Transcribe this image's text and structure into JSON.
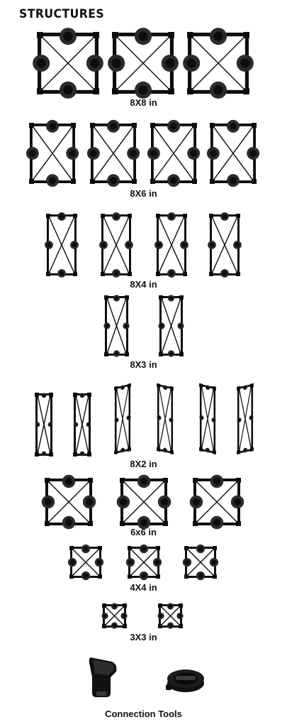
{
  "header": {
    "title": "STRUCTURES"
  },
  "sections": [
    {
      "label": "8X8 in"
    },
    {
      "label": "8X6 in"
    },
    {
      "label": "8X4 in"
    },
    {
      "label": "8X3 in"
    },
    {
      "label": "8X2 in"
    },
    {
      "label": "6x6 in"
    },
    {
      "label": "4X4 in"
    },
    {
      "label": "3X3 in"
    }
  ],
  "footer": {
    "label": "Connection Tools"
  },
  "colors": {
    "frame": "#0d0d0d",
    "clip": "#2b2b2b",
    "background": "#ffffff"
  }
}
